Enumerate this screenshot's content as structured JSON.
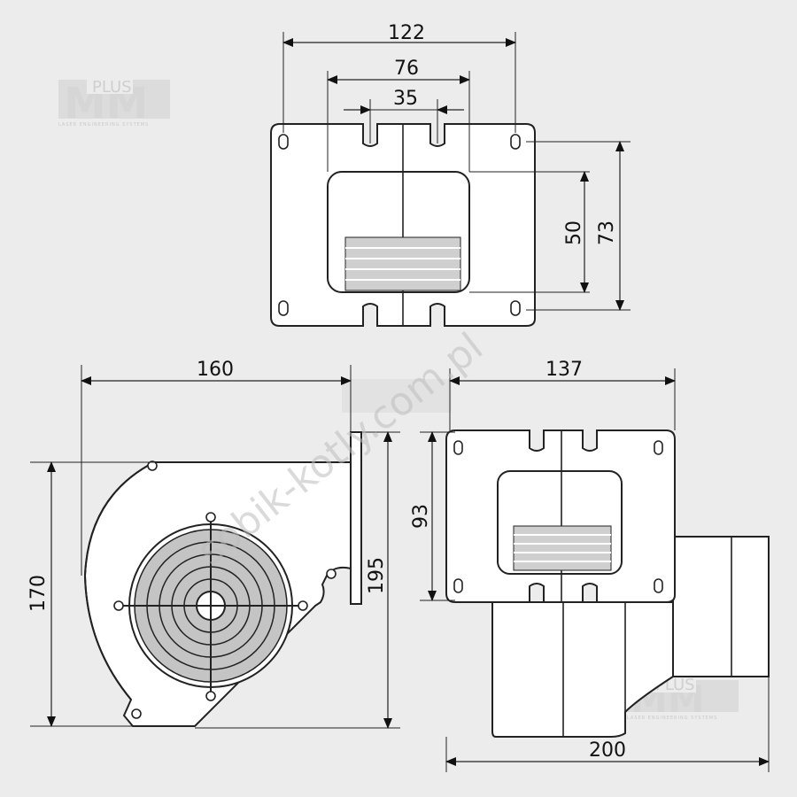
{
  "dimensions": {
    "top_width": "122",
    "top_inner": "76",
    "top_slot": "35",
    "top_height_inner": "50",
    "top_height_outer": "73",
    "side_depth": "160",
    "side_height": "170",
    "side_flange": "195",
    "front_width": "137",
    "front_height": "93",
    "front_total": "200"
  },
  "watermark": {
    "text": "sobik-kotly.com.pl"
  },
  "logos": [
    {
      "main": "MM",
      "badge": "PLUS",
      "sub": "LASER ENGINEERING SYSTEMS"
    }
  ],
  "colors": {
    "background": "#ececec",
    "body": "#ffffff",
    "line": "#222222",
    "grille": "#bdbdbd"
  }
}
